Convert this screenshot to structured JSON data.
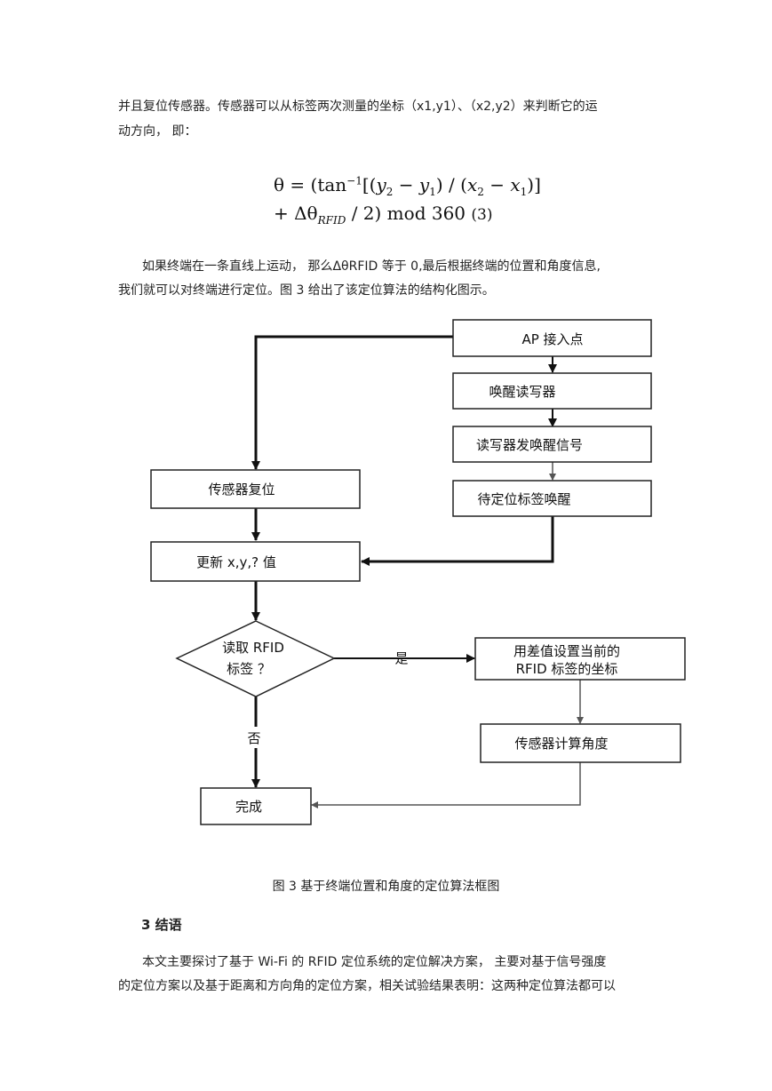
{
  "paragraph1": {
    "line1": "并且复位传感器。传感器可以从标签两次测量的坐标（x1,y1）、（x2,y2）来判断它的运",
    "line2": "动方向，  即："
  },
  "formula": {
    "theta": "θ",
    "eq": "= (tan",
    "minus1": "−1",
    "rest1a": "[(",
    "y": "y",
    "s2": "2",
    "minus": " − ",
    "s1": "1",
    "close1": ") / (",
    "x": "x",
    "close2": ")]",
    "line2a": "+ Δθ",
    "rfid_sub": "RFID",
    "line2b": " / 2) mod 360",
    "eqnum": "(3)"
  },
  "paragraph2": {
    "line1": "如果终端在一条直线上运动，  那么ΔθRFID 等于 0,最后根据终端的位置和角度信息,",
    "line2": "我们就可以对终端进行定位。图 3  给出了该定位算法的结构化图示。"
  },
  "flowchart": {
    "ap": "AP  接入点",
    "wake_reader": "唤醒读写器",
    "reader_signal": "读写器发唤醒信号",
    "tag_wake": "待定位标签唤醒",
    "sensor_reset": "传感器复位",
    "update": "更新  x,y,? 值",
    "decision_line1": "读取  RFID",
    "decision_line2": "标签  ？",
    "yes": "是",
    "no": "否",
    "set_coord_line1": "用差值设置当前的",
    "set_coord_line2": "RFID  标签的坐标",
    "calc_angle": "传感器计算角度",
    "done": "完成"
  },
  "caption": "图 3  基于终端位置和角度的定位算法框图",
  "section": {
    "heading": "3  结语"
  },
  "paragraph3": {
    "line1": "本文主要探讨了基于 Wi-Fi 的 RFID 定位系统的定位解决方案，  主要对基于信号强度",
    "line2": "的定位方案以及基于距离和方向角的定位方案，相关试验结果表明：这两种定位算法都可以"
  }
}
